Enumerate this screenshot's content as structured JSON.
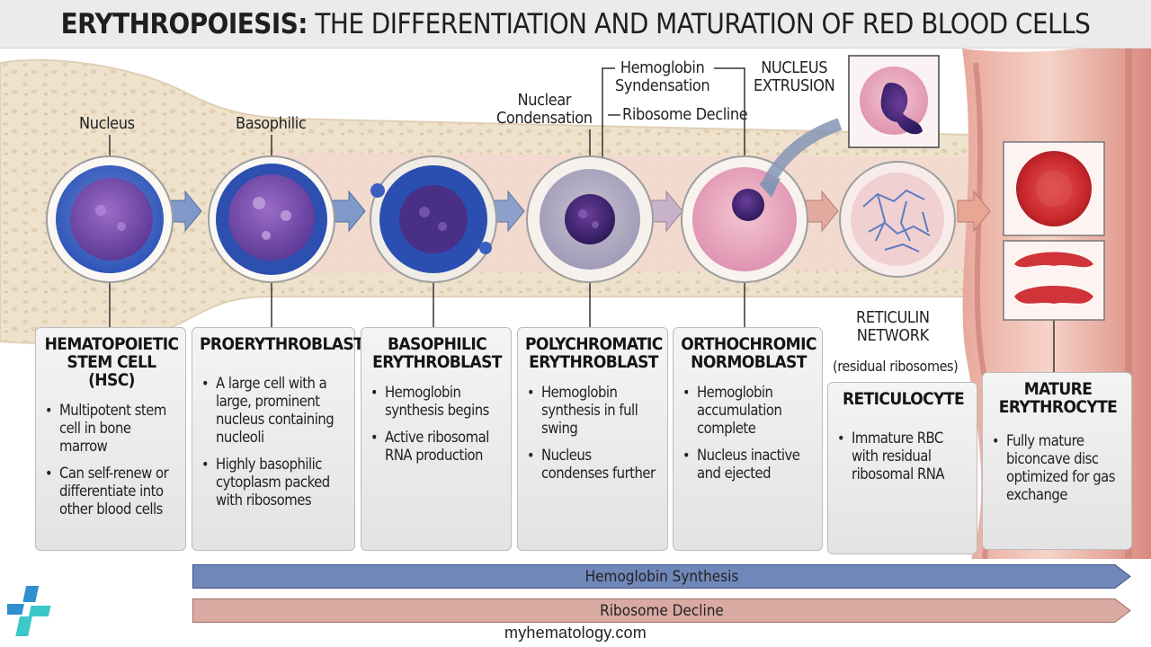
{
  "title": {
    "bold": "ERYTHROPOIESIS:",
    "rest": "THE DIFFERENTIATION AND MATURATION OF RED BLOOD CELLS"
  },
  "labels": {
    "nucleus": "Nucleus",
    "basophilic": "Basophilic",
    "nuclear_condensation": "Nuclear\nCondensation",
    "hemoglobin_syndensation": "Hemoglobin\nSyndensation",
    "ribosome_decline": "Ribosome Decline",
    "nucleus_extrusion": "NUCLEUS\nEXTRUSION",
    "reticulin_network": "RETICULIN\nNETWORK",
    "residual_ribosomes": "(residual ribosomes)"
  },
  "stages": [
    {
      "name": "HEMATOPOIETIC\nSTEM CELL (HSC)",
      "bullets": [
        "Multipotent stem cell in bone marrow",
        "Can self-renew or differentiate into other blood cells"
      ]
    },
    {
      "name": "PROERYTHROBLAST",
      "bullets": [
        "A large cell with a large, prominent nucleus containing nucleoli",
        "Highly basophilic cytoplasm packed with ribosomes"
      ]
    },
    {
      "name": "BASOPHILIC\nERYTHROBLAST",
      "bullets": [
        "Hemoglobin synthesis begins",
        "Active ribosomal RNA production"
      ]
    },
    {
      "name": "POLYCHROMATIC\nERYTHROBLAST",
      "bullets": [
        "Hemoglobin synthesis in full swing",
        "Nucleus condenses further"
      ]
    },
    {
      "name": "ORTHOCHROMIC\nNORMOBLAST",
      "bullets": [
        "Hemoglobin accumulation complete",
        "Nucleus inactive and ejected"
      ]
    },
    {
      "name": "RETICULOCYTE",
      "bullets": [
        "Immature RBC with residual ribosomal RNA"
      ]
    },
    {
      "name": "MATURE\nERYTHROCYTE",
      "bullets": [
        "Fully mature biconcave disc optimized for gas exchange"
      ]
    }
  ],
  "bars": {
    "hemoglobin": "Hemoglobin Synthesis",
    "ribosome": "Ribosome Decline"
  },
  "footer": "myhematology.com",
  "colors": {
    "hemoglobin_bar": "#6f86b8",
    "ribosome_bar": "#d9a9a0",
    "vessel": "#d98a80",
    "bone": "#efe2cd"
  }
}
